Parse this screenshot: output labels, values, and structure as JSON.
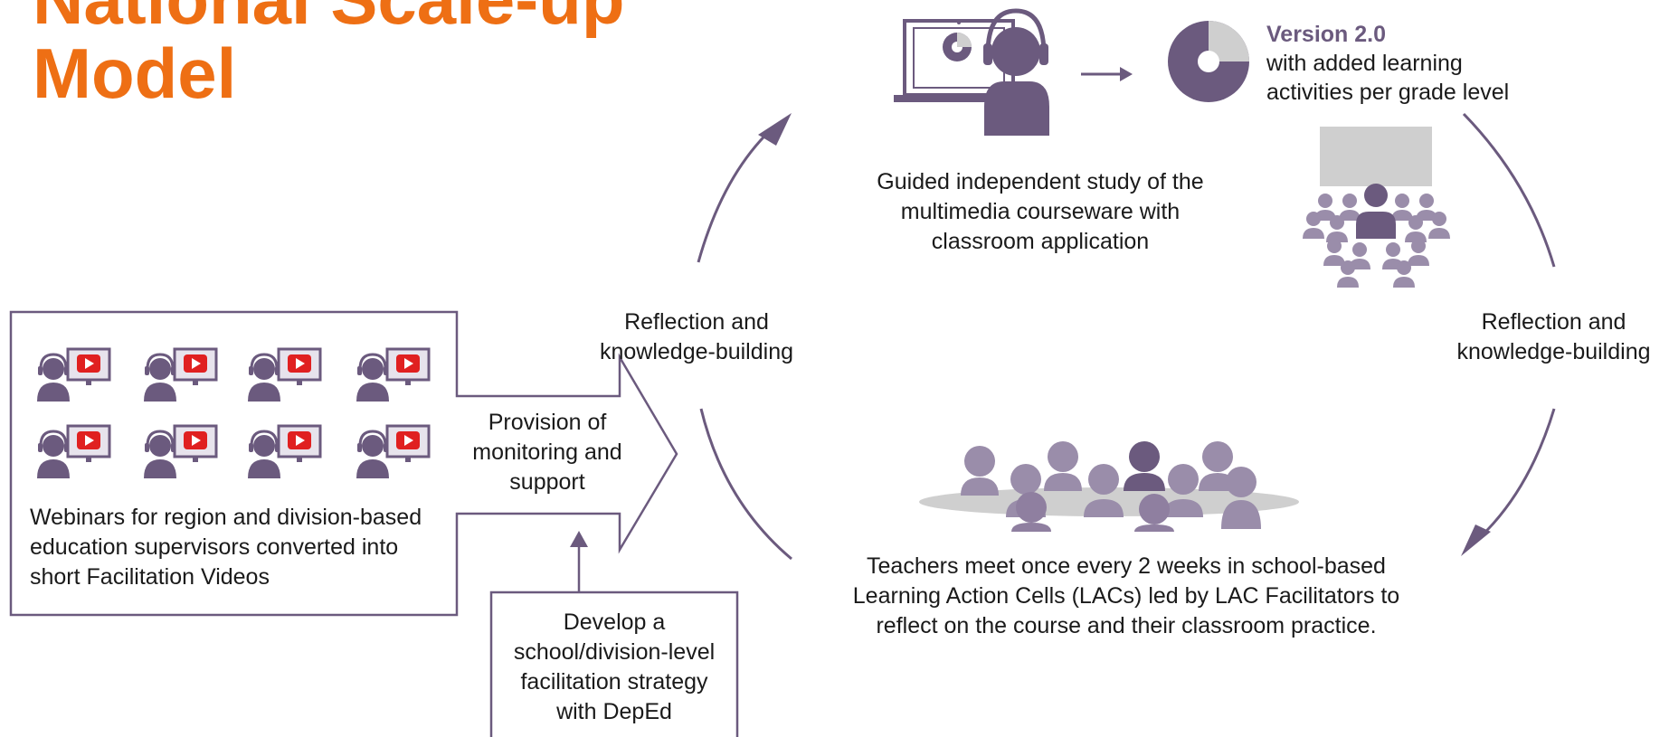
{
  "title_line1": "National Scale-up",
  "title_line2": "Model",
  "guided_study": {
    "line1": "Guided independent study of the",
    "line2": "multimedia courseware with",
    "line3": "classroom application"
  },
  "version": {
    "title": "Version 2.0",
    "line1": "with added learning",
    "line2": "activities per grade level"
  },
  "reflection_left": {
    "line1": "Reflection and",
    "line2": "knowledge-building"
  },
  "reflection_right": {
    "line1": "Reflection and",
    "line2": "knowledge-building"
  },
  "webinars": {
    "line1": "Webinars for region and division-based",
    "line2": "education supervisors converted into",
    "line3": "short Facilitation Videos"
  },
  "provision": {
    "line1": "Provision of",
    "line2": "monitoring and",
    "line3": "support"
  },
  "develop": {
    "line1": "Develop a",
    "line2": "school/division-level",
    "line3": "facilitation strategy",
    "line4": "with DepEd"
  },
  "lac": {
    "line1": "Teachers meet once every 2 weeks in school-based",
    "line2": "Learning Action Cells (LACs) led by LAC Facilitators to",
    "line3": "reflect on the course and their classroom practice."
  },
  "colors": {
    "title": "#ee6f14",
    "purple": "#6b5a7e",
    "purple_light": "#8f7fa0",
    "gray": "#cfcfcf",
    "play_red": "#e02020"
  },
  "icons": {
    "webinar": "person-headset-video-icon",
    "laptop_learner": "laptop-headset-learner-icon",
    "pie": "pie-chart-icon",
    "classroom": "classroom-audience-icon",
    "meeting": "team-meeting-table-icon"
  }
}
